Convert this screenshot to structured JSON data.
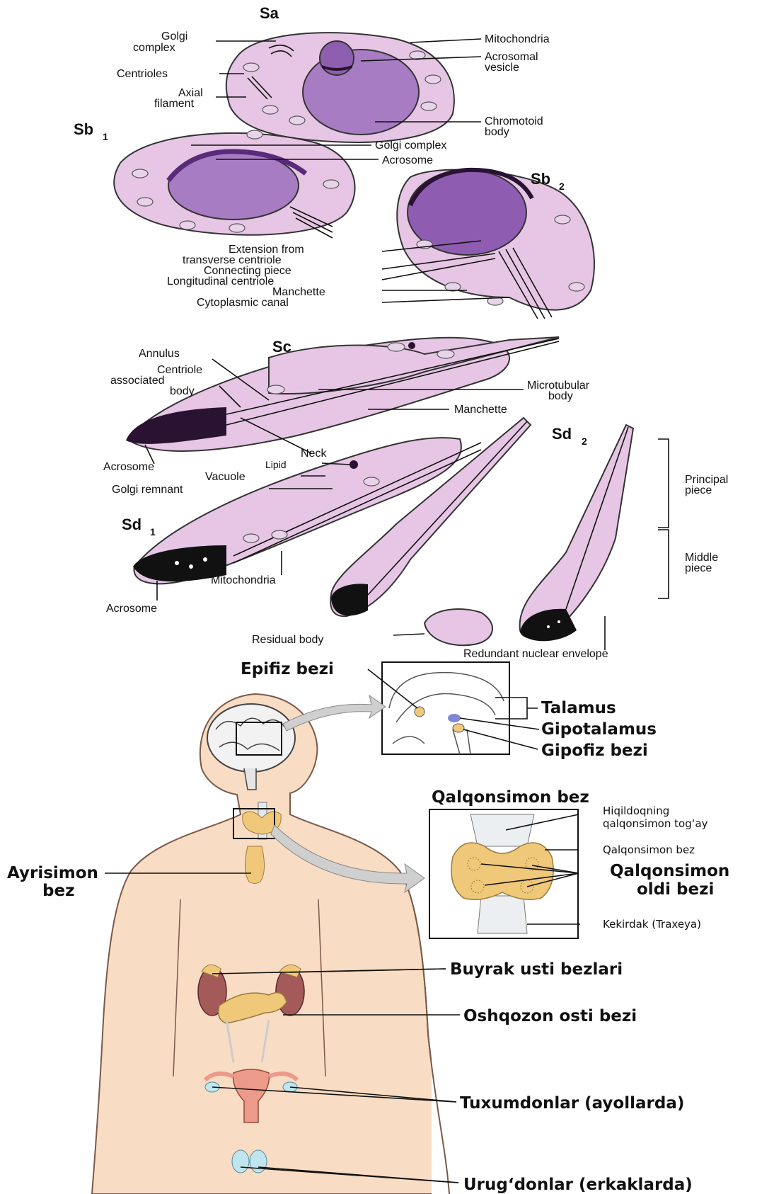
{
  "spermiogenesis": {
    "stages": {
      "sa": "Sa",
      "sb1": "Sb",
      "sb1_sub": "1",
      "sb2": "Sb",
      "sb2_sub": "2",
      "sc": "Sc",
      "sd1": "Sd",
      "sd1_sub": "1",
      "sd2": "Sd",
      "sd2_sub": "2"
    },
    "labels": {
      "golgi_complex_1": "Golgi",
      "golgi_complex_2": "complex",
      "mitochondria_top": "Mitochondria",
      "acrosomal_vesicle_1": "Acrosomal",
      "acrosomal_vesicle_2": "vesicle",
      "centrioles": "Centrioles",
      "axial_filament_1": "Axial",
      "axial_filament_2": "filament",
      "chromotoid_body_1": "Chromotoid",
      "chromotoid_body_2": "body",
      "golgi_complex_sb": "Golgi complex",
      "acrosome_sb": "Acrosome",
      "extension_1": "Extension from",
      "extension_2": "transverse centriole",
      "connecting_piece": "Connecting piece",
      "longitudinal_centriole": "Longitudinal centriole",
      "manchette_sb": "Manchette",
      "cytoplasmic_canal": "Cytoplasmic canal",
      "annulus": "Annulus",
      "centriole_body_1": "Centriole",
      "centriole_body_2": "associated",
      "centriole_body_3": "body",
      "microtubular_body_1": "Microtubular",
      "microtubular_body_2": "body",
      "manchette_sc": "Manchette",
      "acrosome_sc": "Acrosome",
      "neck": "Neck",
      "lipid": "Lipid",
      "vacuole": "Vacuole",
      "golgi_remnant": "Golgi remnant",
      "mitochondria_sd": "Mitochondria",
      "acrosome_sd": "Acrosome",
      "principal_piece_1": "Principal",
      "principal_piece_2": "piece",
      "middle_piece_1": "Middle",
      "middle_piece_2": "piece",
      "residual_body": "Residual body",
      "redundant_envelope": "Redundant nuclear envelope"
    }
  },
  "endocrine": {
    "labels": {
      "epifiz": "Epifiz bezi",
      "talamus": "Talamus",
      "gipotalamus": "Gipotalamus",
      "gipofiz": "Gipofiz bezi",
      "qalqonsimon_title": "Qalqonsimon bez",
      "hiqildoq_1": "Hiqildoqning",
      "hiqildoq_2": "qalqonsimon tog‘ay",
      "qalqonsimon_small": "Qalqonsimon bez",
      "qalqonsimon_oldi_1": "Qalqonsimon",
      "qalqonsimon_oldi_2": "oldi bezi",
      "kekirdak": "Kekirdak (Traxeya)",
      "ayrisimon_1": "Ayrisimon",
      "ayrisimon_2": "bez",
      "buyrak": "Buyrak usti bezlari",
      "oshqozon": "Oshqozon osti bezi",
      "tuxumdon": "Tuxumdonlar (ayollarda)",
      "urugdon": "Urug‘donlar (erkaklarda)"
    }
  },
  "colors": {
    "cell": "#e6c6e4",
    "nucleus": "#a77cc3",
    "skin": "#f9dcc4",
    "gland": "#f0c87a"
  }
}
